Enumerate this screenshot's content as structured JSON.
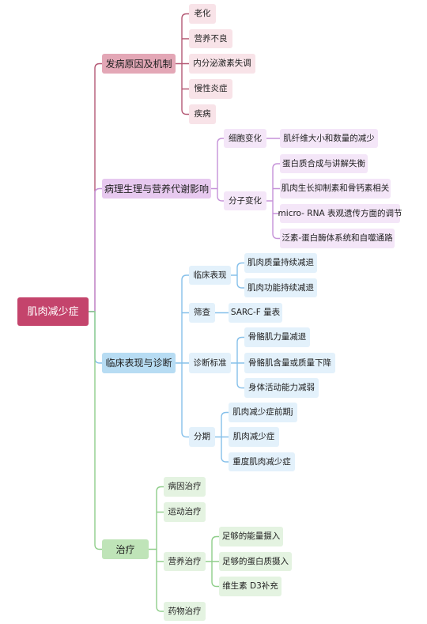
{
  "root": "肌肉减少症",
  "colors": {
    "pathogenesis": "#b45874",
    "pathophysiology": "#c592d8",
    "clinical": "#85c0ea",
    "treatment": "#8fce8a"
  },
  "branches": {
    "pathogenesis": {
      "label": "发病原因及机制",
      "items": [
        "老化",
        "营养不良",
        "内分泌激素失调",
        "慢性炎症",
        "疾病"
      ]
    },
    "pathophysiology": {
      "label": "病理生理与营养代谢影响",
      "cell_change": {
        "label": "细胞变化",
        "items": [
          "肌纤维大小和数量的减少"
        ]
      },
      "molecular_change": {
        "label": "分子变化",
        "items": [
          "蛋白质合成与讲解失衡",
          "肌肉生长抑制素和骨钙素相关",
          "micro- RNA 表观遗传方面的调节",
          "泛素-蛋白酶体系统和自噬通路"
        ]
      }
    },
    "clinical": {
      "label": "临床表现与诊断",
      "manifestation": {
        "label": "临床表现",
        "items": [
          "肌肉质量持续减退",
          "肌肉功能持续减退"
        ]
      },
      "screening": {
        "label": "筛查",
        "items": [
          "SARC-F 量表"
        ]
      },
      "criteria": {
        "label": "诊断标准",
        "items": [
          "骨骼肌力量减退",
          "骨骼肌含量或质量下降",
          "身体活动能力减弱"
        ]
      },
      "staging": {
        "label": "分期",
        "items": [
          "肌肉减少症前期j",
          "肌肉减少症",
          "重度肌肉减少症"
        ]
      }
    },
    "treatment": {
      "label": "治疗",
      "etiology": {
        "label": "病因治疗"
      },
      "exercise": {
        "label": "运动治疗"
      },
      "nutrition": {
        "label": "营养治疗",
        "items": [
          "足够的能量摄入",
          "足够的蛋白质摄入",
          "维生素 D3补充"
        ]
      },
      "drug": {
        "label": "药物治疗"
      }
    }
  }
}
